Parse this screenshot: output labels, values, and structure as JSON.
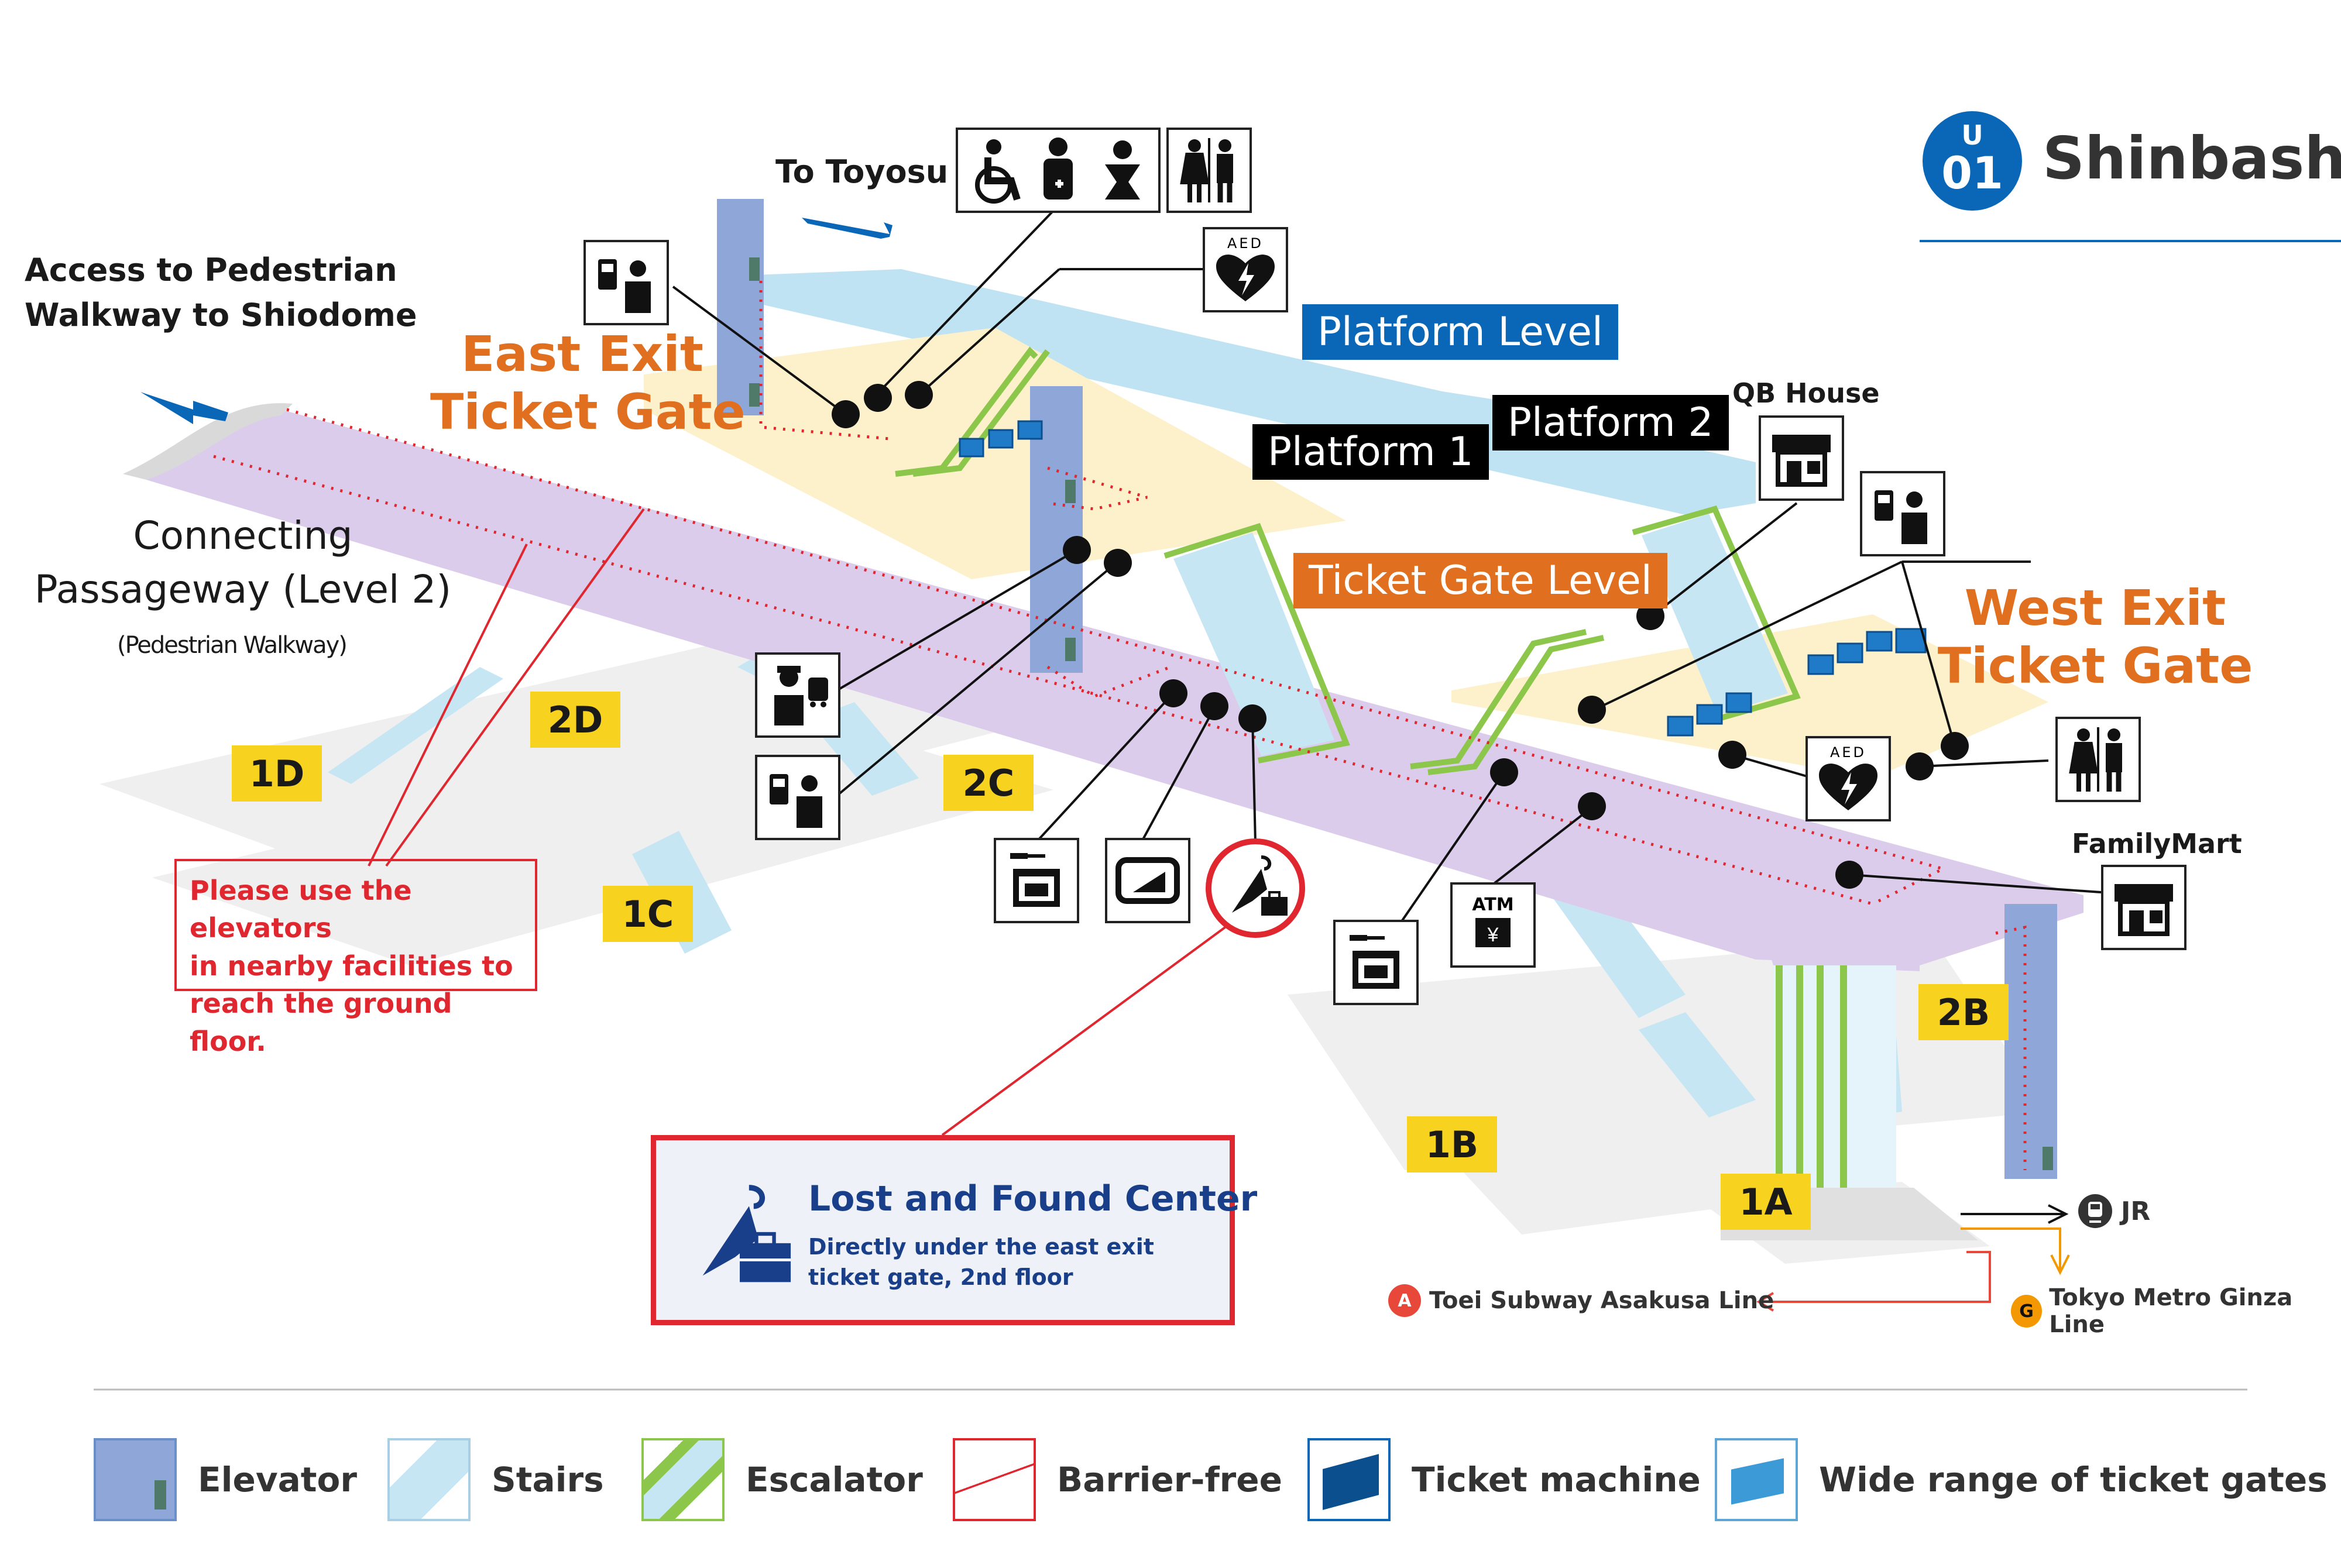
{
  "station": {
    "line_letter": "U",
    "number": "01",
    "name": "Shinbashi",
    "color": "#0a67b8"
  },
  "labels": {
    "to_toyosu": "To Toyosu",
    "access_line1": "Access to Pedestrian",
    "access_line2": "Walkway to Shiodome",
    "east_exit_line1": "East Exit",
    "east_exit_line2": "Ticket Gate",
    "west_exit_line1": "West Exit",
    "west_exit_line2": "Ticket Gate",
    "connecting_line1": "Connecting",
    "connecting_line2": "Passageway (Level 2)",
    "connecting_sub": "(Pedestrian Walkway)",
    "platform_level": "Platform Level",
    "platform1": "Platform 1",
    "platform2": "Platform 2",
    "ticket_gate_level": "Ticket Gate Level",
    "qb_house": "QB House",
    "familymart": "FamilyMart",
    "jr": "JR",
    "asakusa_line": "Toei Subway Asakusa Line",
    "ginza_line": "Tokyo Metro Ginza Line",
    "asakusa_badge": "A",
    "ginza_badge": "G",
    "aed": "AED",
    "atm": "ATM"
  },
  "exits": [
    "1A",
    "1B",
    "1C",
    "1D",
    "2B",
    "2C",
    "2D"
  ],
  "notice": {
    "line1": "Please use the elevators",
    "line2": "in nearby facilities to",
    "line3": "reach the ground floor."
  },
  "lost_found": {
    "title": "Lost and Found Center",
    "line1": "Directly under the east exit",
    "line2": "ticket gate, 2nd floor"
  },
  "legend": [
    {
      "label": "Elevator",
      "icon": "elevator-icon"
    },
    {
      "label": "Stairs",
      "icon": "stairs-icon"
    },
    {
      "label": "Escalator",
      "icon": "escalator-icon"
    },
    {
      "label": "Barrier-free",
      "icon": "barrier-free-icon"
    },
    {
      "label": "Ticket machine",
      "icon": "ticket-machine-icon"
    },
    {
      "label": "Wide range of ticket gates",
      "icon": "wide-gate-icon"
    }
  ],
  "colors": {
    "platform_blue": "#bfe3f2",
    "ticket_yellow": "#fdf1cc",
    "passage_purple": "#dcccec",
    "elevator": "#8ea6d8",
    "escalator": "#8cc64a",
    "stairs": "#c7e6f3",
    "barrier_red": "#e0262e",
    "orange": "#e07020",
    "exit_yellow": "#f7d21f",
    "platform_level_tag": "#0a67b8",
    "ticket_gate_tag": "#e07020",
    "asakusa_red": "#e8483a",
    "ginza_orange": "#f39800"
  }
}
